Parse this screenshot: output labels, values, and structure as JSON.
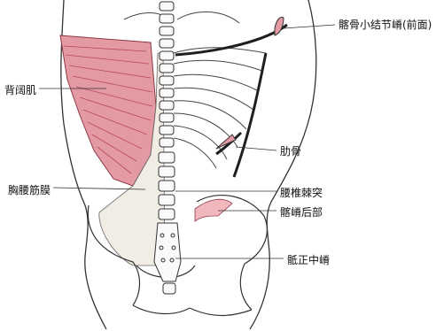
{
  "labels": {
    "iliac_tubercle": "髂骨小结节嵴(前面)",
    "latissimus_dorsi": "背阔肌",
    "rib": "肋骨",
    "thoracolumbar_fascia": "胸腰筋膜",
    "lumbar_spinous_process": "腰椎棘突",
    "posterior_iliac_crest": "髂嵴后部",
    "median_sacral_crest": "骶正中嵴"
  },
  "colors": {
    "muscle_fill": "#e49aa3",
    "muscle_lines": "#b5485a",
    "line_art": "#333333",
    "dark_muscle": "#1f1f1f",
    "ilium_highlight": "#f0b7bd"
  }
}
